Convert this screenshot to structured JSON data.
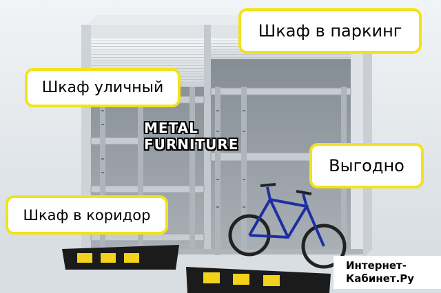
{
  "callouts": {
    "parking": "Шкаф в паркинг",
    "street": "Шкаф уличный",
    "profit": "Выгодно",
    "corridor": "Шкаф в коридор"
  },
  "brand": "METAL FURNITURE",
  "watermark": {
    "line1": "Интернет-",
    "line2": "Кабинет.Ру"
  },
  "colors": {
    "callout_border": "#f2e21a",
    "bike": "#1d2fa0",
    "curb_yellow": "#f2d21a"
  }
}
